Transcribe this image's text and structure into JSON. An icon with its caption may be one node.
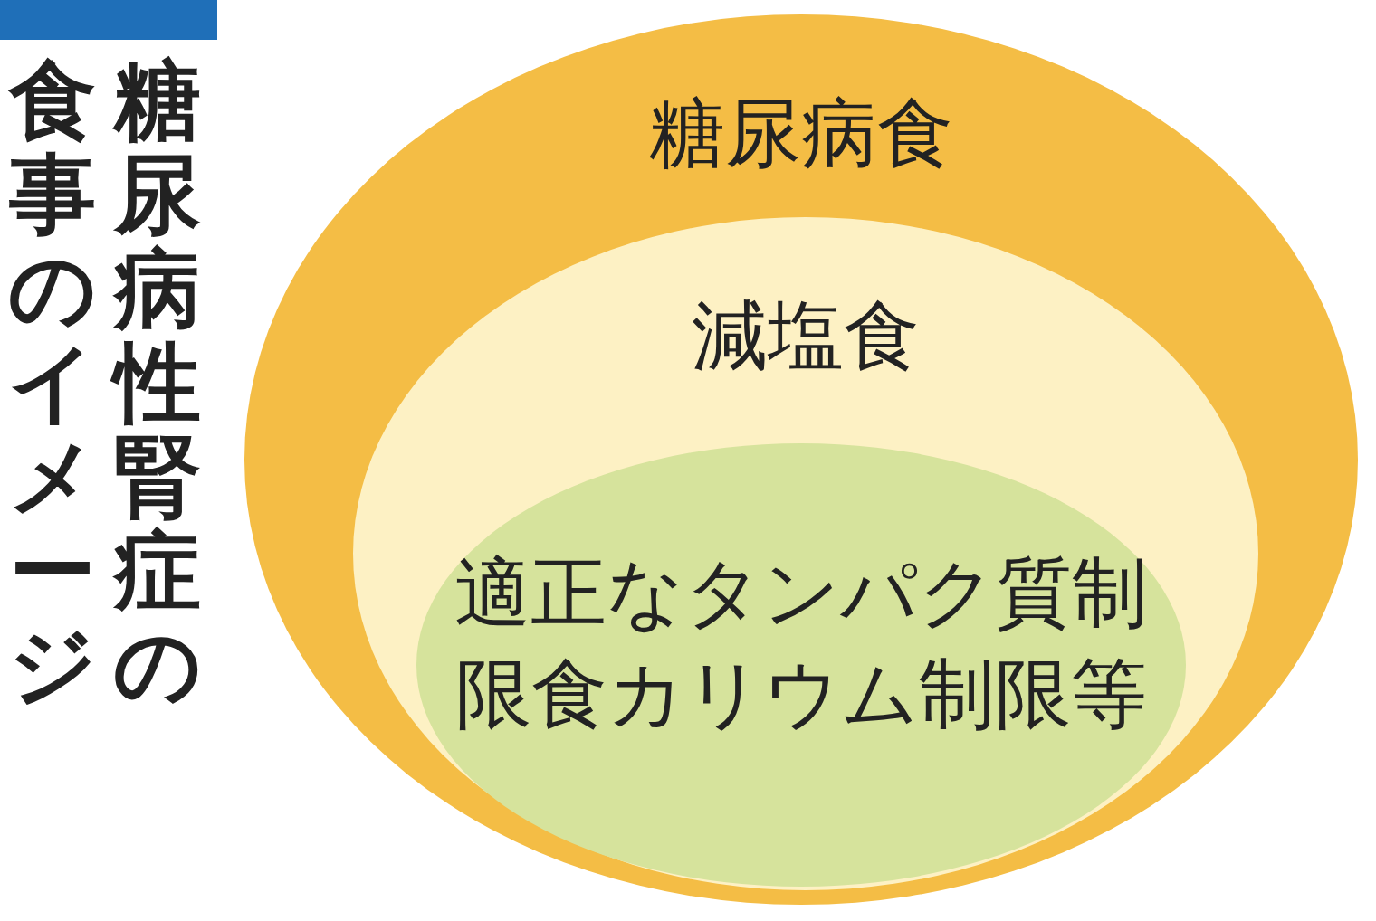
{
  "diagram": {
    "title": "糖尿病性腎症の食事のイメージ",
    "nodes": [
      {
        "text": [
          "糖尿病食"
        ]
      },
      {
        "text": [
          "減塩食"
        ],
        "in": 0
      },
      {
        "text": [
          "適正なタンパク質制限食カリウム制限等"
        ],
        "in": 1
      }
    ]
  }
}
